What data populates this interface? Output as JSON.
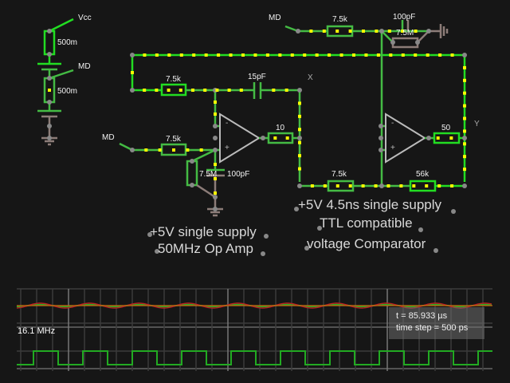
{
  "circuit": {
    "labels": {
      "vcc": "Vcc",
      "md_top": "MD",
      "md_mid": "MD",
      "md_left": "MD",
      "r_vcc": "500m",
      "r_md": "500m",
      "r_top": "7.5k",
      "c_top": "100pF",
      "r_top_bias": "7.5M",
      "r_fb": "7.5k",
      "c_fb": "15pF",
      "node_x": "X",
      "r_out1": "10",
      "r_in": "7.5k",
      "r_bias": "7.5M",
      "c_bias": "100pF",
      "r_cmp_in": "7.5k",
      "r_hyst": "56k",
      "r_out2": "50",
      "node_y": "Y",
      "opamp_minus": "-",
      "opamp_plus": "+",
      "cmp_minus": "-",
      "cmp_plus": "+"
    },
    "captions": {
      "opamp_line1": "+5V single supply",
      "opamp_line2": "50MHz Op Amp",
      "cmp_line1": "+5V 4.5ns single supply",
      "cmp_line2": "TTL compatible",
      "cmp_line3": "voltage Comparator"
    },
    "colors": {
      "wire_active": "#22dd22",
      "wire": "#44bb44",
      "current_dot": "#ffff00",
      "node": "#888888",
      "component": "#bbbbbb",
      "ground_wire": "#8c7c78"
    }
  },
  "scope": {
    "frequency": "16.1 MHz",
    "time": "t = 85.933 µs",
    "time_step": "time step = 500 ps",
    "traces": [
      {
        "name": "analog",
        "colors": [
          "#22aa22",
          "#cc2222",
          "#cc6611"
        ]
      },
      {
        "name": "digital",
        "color": "#22aa22",
        "period_periods": 6
      }
    ]
  }
}
